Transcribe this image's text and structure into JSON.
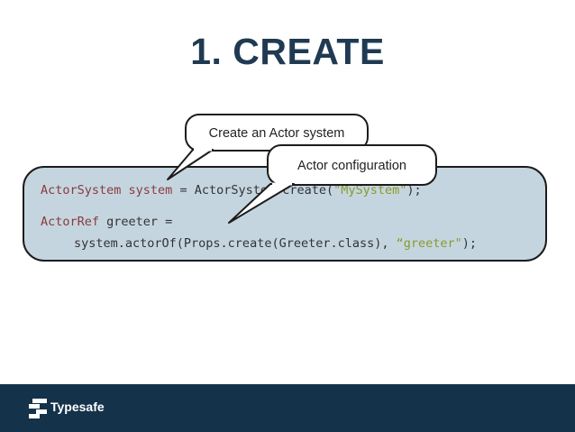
{
  "title": "1. CREATE",
  "code": {
    "line1": {
      "type": "ActorSystem ",
      "var": "system",
      "rest_before": " = ActorSystem.create(",
      "string": "\"MySystem\"",
      "rest_after": ");"
    },
    "line2": {
      "type": "ActorRef",
      "rest": " greeter ="
    },
    "line3": {
      "before": "system.actorOf(Props.create(Greeter.class), ",
      "string": "“greeter\"",
      "after": ");"
    }
  },
  "callouts": {
    "actor_system": "Create an Actor system",
    "actor_config": "Actor configuration"
  },
  "footer": {
    "brand": "Typesafe"
  },
  "colors": {
    "title": "#1f3a52",
    "code_background": "#c5d5e0",
    "keyword": "#8b3b3b",
    "string": "#8a9a2a",
    "footer": "#14324a"
  }
}
